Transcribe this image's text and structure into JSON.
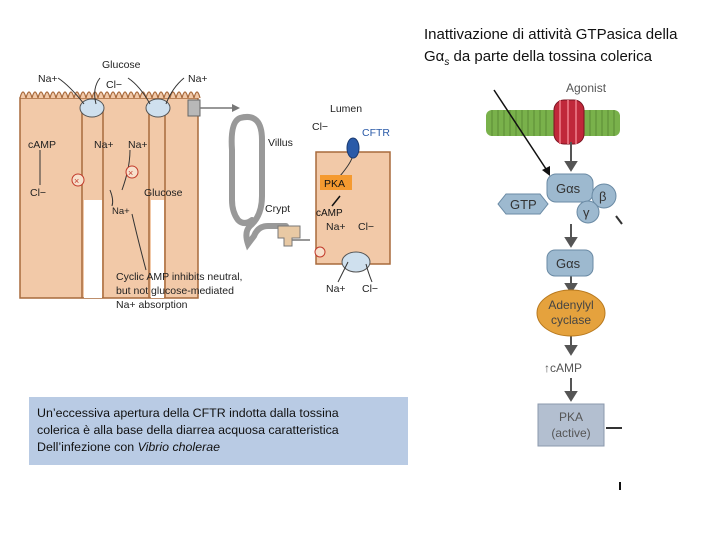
{
  "title": {
    "line1": "Inattivazione di attività GTPasica della",
    "line2_prefix": "Gα",
    "line2_sub": "s",
    "line2_rest": " da parte della tossina colerica"
  },
  "caption": {
    "line1": "Un’eccessiva apertura della CFTR indotta dalla tossina",
    "line2": "colerica è alla base della diarrea acquosa caratteristica",
    "line3_prefix": "Dell’infezione con ",
    "line3_italic": "Vibrio cholerae"
  },
  "intestine": {
    "glucose_top": "Glucose",
    "na_left": "Na+",
    "cl_left": "Cl−",
    "na_right": "Na+",
    "camp_left": "cAMP",
    "na_mid": "Na+",
    "na_mid2": "Na+",
    "cl_mid": "Cl−",
    "glucose_mid": "Glucose",
    "na_low": "Na+",
    "villus": "Villus",
    "crypt": "Crypt",
    "lumen": "Lumen",
    "cl_lumen": "Cl−",
    "cftr": "CFTR",
    "pka": "PKA",
    "camp_crypt": "cAMP",
    "na_crypt": "Na+",
    "cl_crypt": "Cl−",
    "na_bottom": "Na+",
    "cl_bottom": "Cl−",
    "note1": "Cyclic AMP inhibits neutral,",
    "note2": "but not glucose-mediated",
    "note3": "Na+ absorption"
  },
  "pathway": {
    "agonist": "Agonist",
    "galpha_s": "Gαs",
    "beta": "β",
    "gamma": "γ",
    "gtp": "GTP",
    "galpha_s2": "Gαs",
    "adenylyl1": "Adenylyl",
    "adenylyl2": "cyclase",
    "camp": "↑cAMP",
    "pka1": "PKA",
    "pka2": "(active)"
  },
  "colors": {
    "caption_bg": "#b9cbe4",
    "cell_fill": "#f2c9a8",
    "cell_stroke": "#a86a3c",
    "membrane": "#79b14b",
    "protein_blue": "#9db9cf",
    "cyclase_orange": "#e5a23d",
    "pka_box": "#b3bfd0",
    "pka_label_bg": "#f59a30",
    "cftr_blue": "#2a5aa8",
    "receptor_red": "#c0283a"
  }
}
